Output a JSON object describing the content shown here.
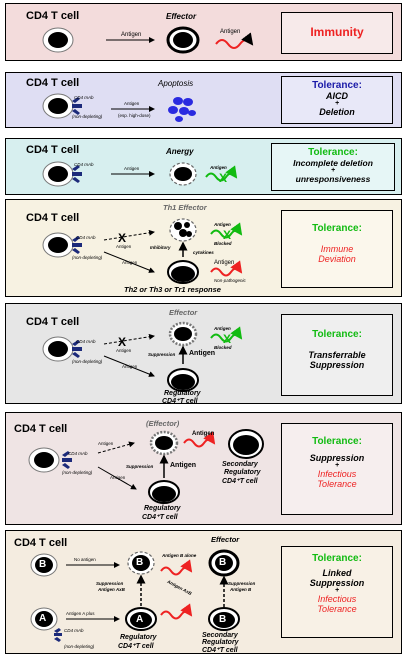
{
  "colors": {
    "panel1": "#f3dcdc",
    "panel2": "#dfdef3",
    "panel3": "#d7efef",
    "panel4": "#f7f2e2",
    "panel5": "#e6e6e6",
    "panel6": "#efe4e4",
    "panel7": "#f4ece0",
    "red": "#ee2222",
    "blue": "#1a1aa8",
    "green": "#11bb11",
    "mab": "#1c2a7a"
  },
  "common": {
    "cd4_t_cell": "CD4 T cell",
    "antigen": "Antigen",
    "cd4_mab": "CD4 mAb",
    "non_depleting": "(non-depleting)",
    "tolerance": "Tolerance:",
    "effector": "Effector",
    "regulatory": "Regulatory",
    "cd4_t_cell_lower": "CD4⁺T cell",
    "plus": "+"
  },
  "panels": {
    "immunity": {
      "title": "Immunity"
    },
    "aicd": {
      "process": "Apoptosis",
      "dose_note": "(esp. high-dose)",
      "line1": "AICD",
      "line2": "Deletion"
    },
    "anergy": {
      "process": "Anergy",
      "line1": "Incomplete deletion",
      "line2": "unresponsiveness"
    },
    "deviation": {
      "header": "Th1 Effector",
      "inhibitory": "Inhibitory",
      "cytokines": "cytokines",
      "blocked": "Blocked",
      "non_pathogenic": "Non-pathogenic",
      "response": "Th2 or Th3 or Tr1 response",
      "line1": "Immune",
      "line2": "Deviation"
    },
    "transfer": {
      "suppression": "Suppression",
      "line1": "Transferrable",
      "line2": "Suppression"
    },
    "infectious": {
      "effector_paren": "(Effector)",
      "secondary": "Secondary",
      "line1": "Suppression",
      "line2": "Infectious",
      "line3": "Tolerance"
    },
    "linked": {
      "no_antigen": "No antigen",
      "sup_axb": "Suppression",
      "antigen_axb": "Antigen AxB",
      "antigen_a_plus": "Antigen A plus",
      "antigen_b_alone": "Antigen B alone",
      "antigen_axb_arrow": "Antigen AxB",
      "sup_antigen_b": "Antigen B",
      "cell_b": "B",
      "cell_a": "A",
      "line1": "Linked",
      "line2": "Suppression",
      "line3": "Infectious",
      "line4": "Tolerance"
    }
  }
}
